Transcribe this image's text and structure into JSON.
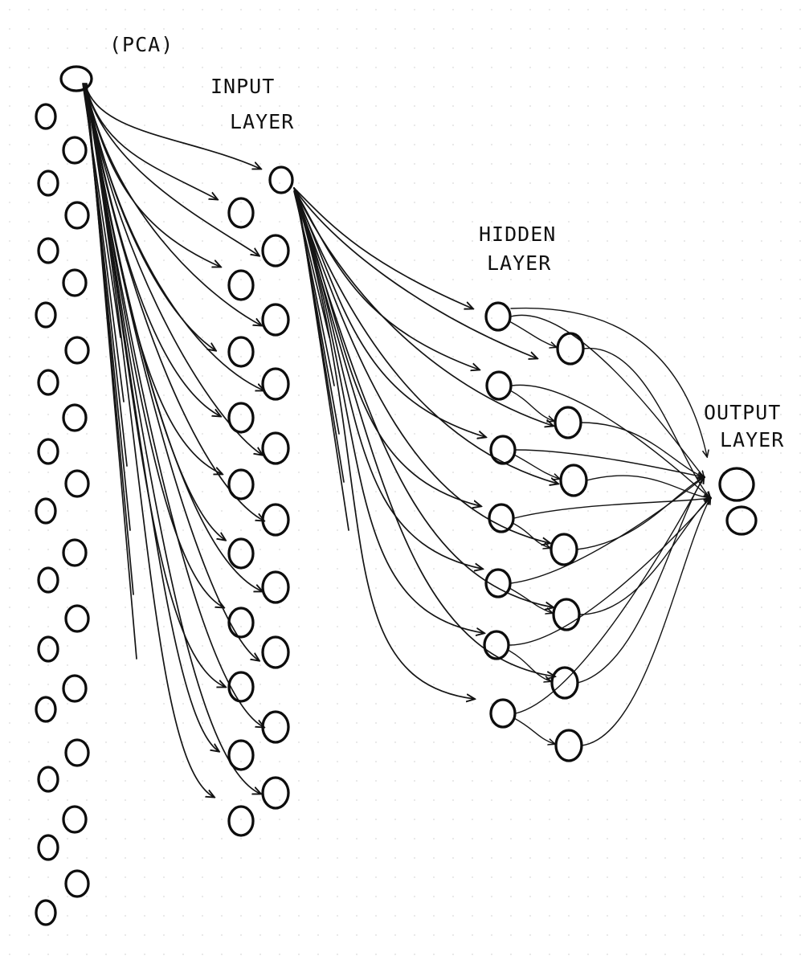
{
  "labels": {
    "pca": "(PCA)",
    "input_line1": "INPUT",
    "input_line2": "LAYER",
    "hidden_line1": "HIDDEN",
    "hidden_line2": "LAYER",
    "output_line1": "OUTPUT",
    "output_line2": "LAYER"
  },
  "colors": {
    "ink": "#111111",
    "paper": "#ffffff",
    "dot_grid": "#d9d9d9"
  }
}
